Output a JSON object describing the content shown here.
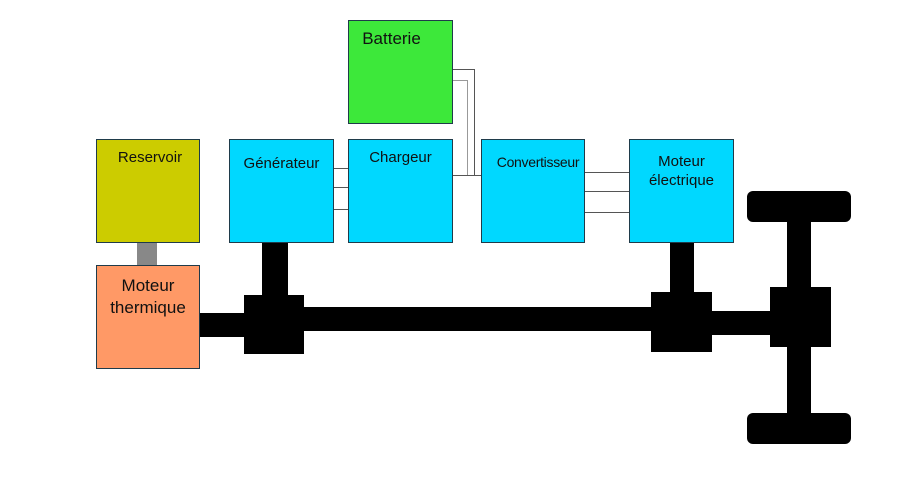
{
  "diagram": {
    "title": "Hybrid series-parallel powertrain",
    "blocks": {
      "batterie": {
        "label": "Batterie",
        "color": "#3de83a"
      },
      "reservoir": {
        "label": "Reservoir",
        "color": "#cccc00"
      },
      "generateur": {
        "label": "Générateur",
        "color": "#00d8ff"
      },
      "chargeur": {
        "label": "Chargeur",
        "color": "#00d8ff"
      },
      "convertisseur": {
        "label": "Convertisseur",
        "color": "#00d8ff"
      },
      "moteur_electrique": {
        "label_line1": "Moteur",
        "label_line2": "électrique",
        "color": "#00d8ff"
      },
      "moteur_thermique": {
        "label_line1": "Moteur",
        "label_line2": "thermique",
        "color": "#ff9966"
      }
    },
    "connections": [
      {
        "from": "Reservoir",
        "to": "Moteur thermique",
        "kind": "fuel"
      },
      {
        "from": "Générateur",
        "to": "Chargeur",
        "kind": "electric"
      },
      {
        "from": "Chargeur",
        "to": "Convertisseur",
        "kind": "electric"
      },
      {
        "from": "Batterie",
        "to": "Convertisseur",
        "kind": "electric"
      },
      {
        "from": "Convertisseur",
        "to": "Moteur électrique",
        "kind": "electric"
      },
      {
        "from": "Moteur thermique",
        "to": "Générateur",
        "kind": "mechanical"
      },
      {
        "from": "Moteur thermique",
        "to": "Axle",
        "kind": "mechanical"
      },
      {
        "from": "Moteur électrique",
        "to": "Axle",
        "kind": "mechanical"
      }
    ]
  }
}
